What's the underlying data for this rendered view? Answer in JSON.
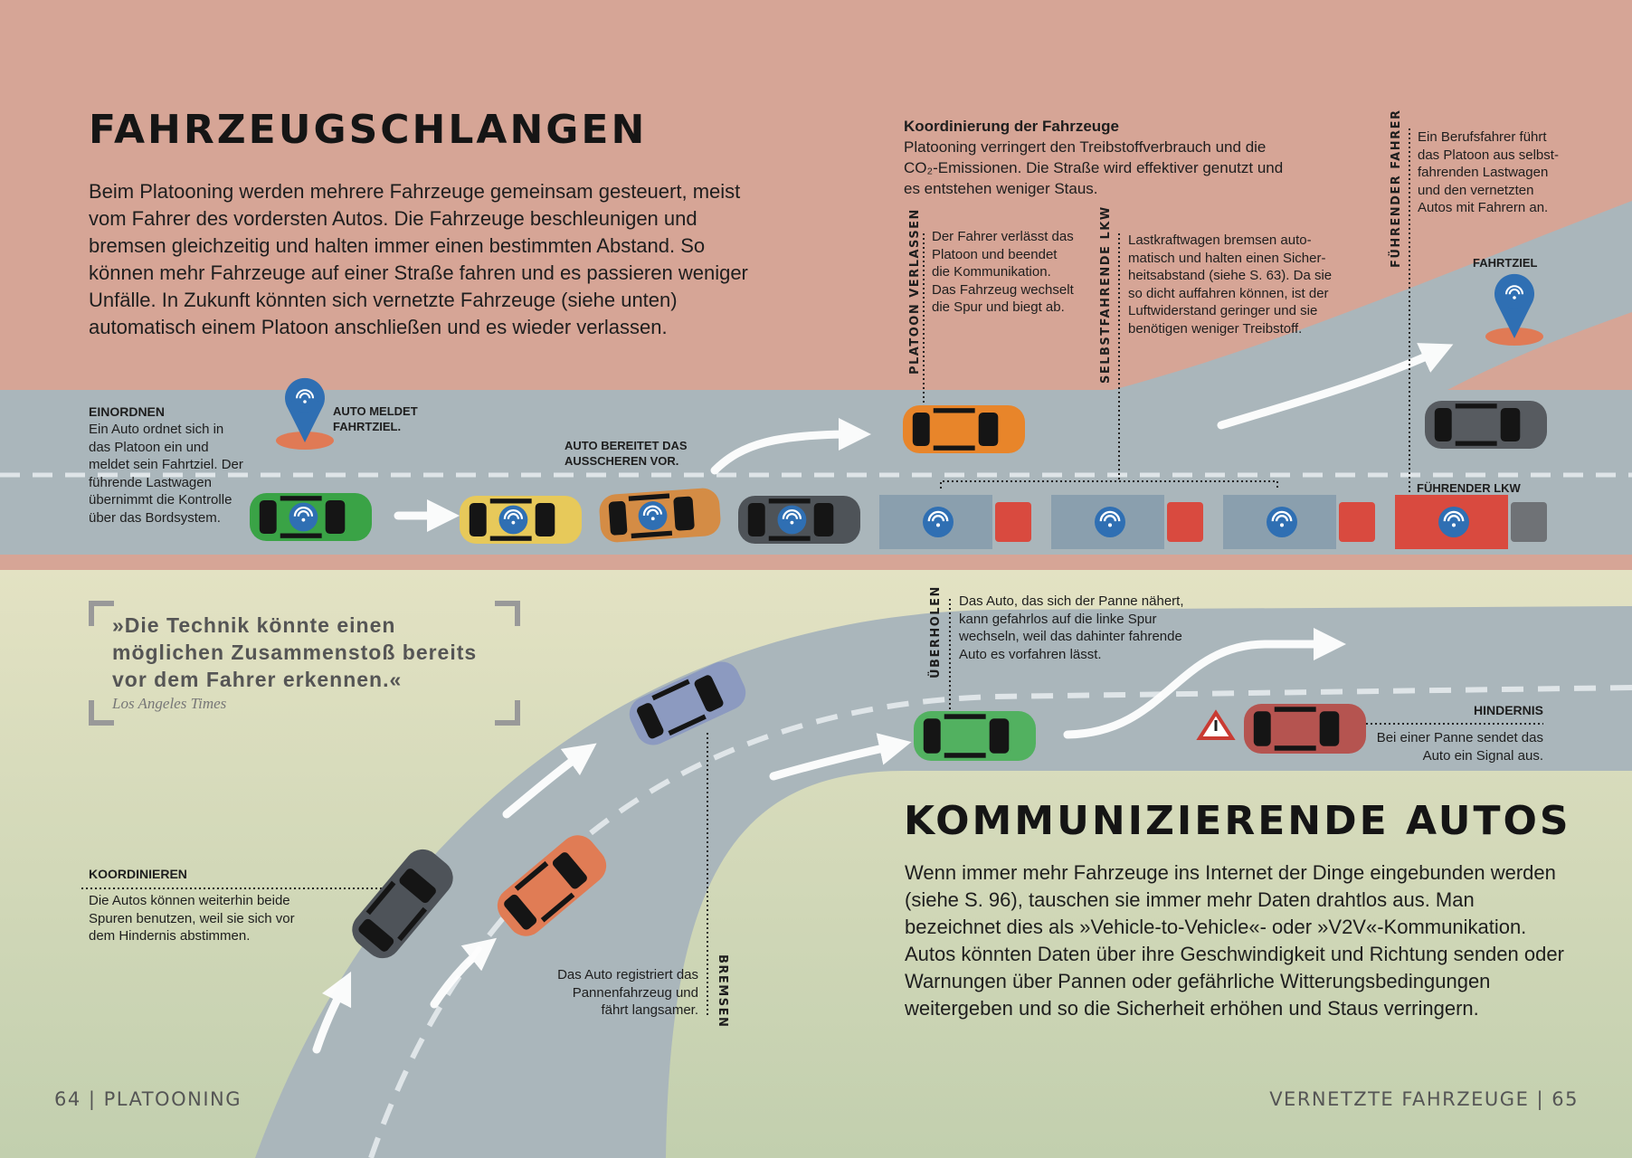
{
  "colors": {
    "top_bg": "#d6a596",
    "road": "#aab6bb",
    "bottom_bg": "#dfe0c2",
    "accent_blue": "#2f6fb3",
    "truck_red": "#d94a3f"
  },
  "left_page": {
    "title": "FAHRZEUGSCHLANGEN",
    "intro": "Beim Platooning werden mehrere Fahrzeuge gemeinsam gesteuert, meist vom Fahrer des vordersten Autos. Die Fahrzeuge beschleunigen und bremsen gleichzeitig und halten immer einen bestimmten Abstand. So können mehr Fahrzeuge auf einer Straße fahren und es passieren weniger Unfälle. In Zukunft könnten sich vernetzte Fahrzeuge (siehe unten) automatisch einem Platoon anschließen und es wieder verlassen.",
    "einordnen": {
      "title": "EINORDNEN",
      "text": "Ein Auto ordnet sich in das Platoon ein und meldet sein Fahrtziel. Der führende Lastwagen übernimmt die Kontrolle über das Bordsystem."
    },
    "auto_meldet": "AUTO MELDET FAHRTZIEL.",
    "auto_bereitet": "AUTO BEREITET DAS AUSSCHEREN VOR.",
    "quote": {
      "text": "»Die Technik könnte einen möglichen Zusammenstoß be­reits vor dem Fahrer erkennen.«",
      "source": "Los Angeles Times"
    },
    "koordinieren": {
      "title": "KOORDINIEREN",
      "text": "Die Autos können weiterhin beide Spuren benutzen, weil sie sich vor dem Hindernis abstimmen."
    },
    "bremsen": {
      "label": "BREMSEN",
      "text": "Das Auto registriert das Pannenfahrzeug und fährt langsamer."
    },
    "footer": "64 | PLATOONING"
  },
  "right_page": {
    "koordinierung": {
      "title": "Koordinierung der Fahrzeuge",
      "text": "Platooning verringert den Treibstoffverbrauch und die CO₂-Emissionen. Die Straße wird effektiver genutzt und es entstehen weniger Staus."
    },
    "platoon_verlassen": {
      "label": "PLATOON VERLASSEN",
      "text": "Der Fahrer ver­lässt das Platoon und beendet die Kommunikation. Das Fahrzeug wechselt die Spur und biegt ab."
    },
    "selbstfahrende_lkw": {
      "label": "SELBSTFAHRENDE LKW",
      "text": "Lastkraftwagen bremsen auto­matisch und halten einen Sicher­heitsabstand (siehe S. 63). Da sie so dicht auffahren können, ist der Luftwiderstand geringer und sie benötigen weniger Treibstoff."
    },
    "fuehrender_fahrer": {
      "label": "FÜHRENDER FAHRER",
      "text": "Ein Berufsfahrer führt das Platoon aus selbst­fahrenden Lastwagen und den vernetzten Autos mit Fahrern an."
    },
    "fahrtziel": "FAHRTZIEL",
    "fuehrender_lkw": "FÜHRENDER LKW",
    "ueberholen": {
      "label": "ÜBERHOLEN",
      "text": "Das Auto, das sich der Panne nähert, kann gefahrlos auf die linke Spur wechseln, weil das dahinter fah­rende Auto es vorfahren lässt."
    },
    "hindernis": {
      "title": "HINDERNIS",
      "text": "Bei einer Panne sendet das Auto ein Signal aus."
    },
    "title": "KOMMUNIZIERENDE AUTOS",
    "text": "Wenn immer mehr Fahrzeuge ins Internet der Dinge eingebunden werden (siehe S. 96), tauschen sie immer mehr Daten drahtlos aus. Man bezeichnet dies als »Vehicle-to-Vehicle«- oder »V2V«-Kommunikation. Autos könnten Daten über ihre Geschwindigkeit und Richtung senden oder Warnungen über Pannen oder gefährliche Witterungsbedingun­gen weitergeben und so die Sicherheit erhöhen und Staus verringern.",
    "footer": "VERNETZTE FAHRZEUGE | 65"
  }
}
